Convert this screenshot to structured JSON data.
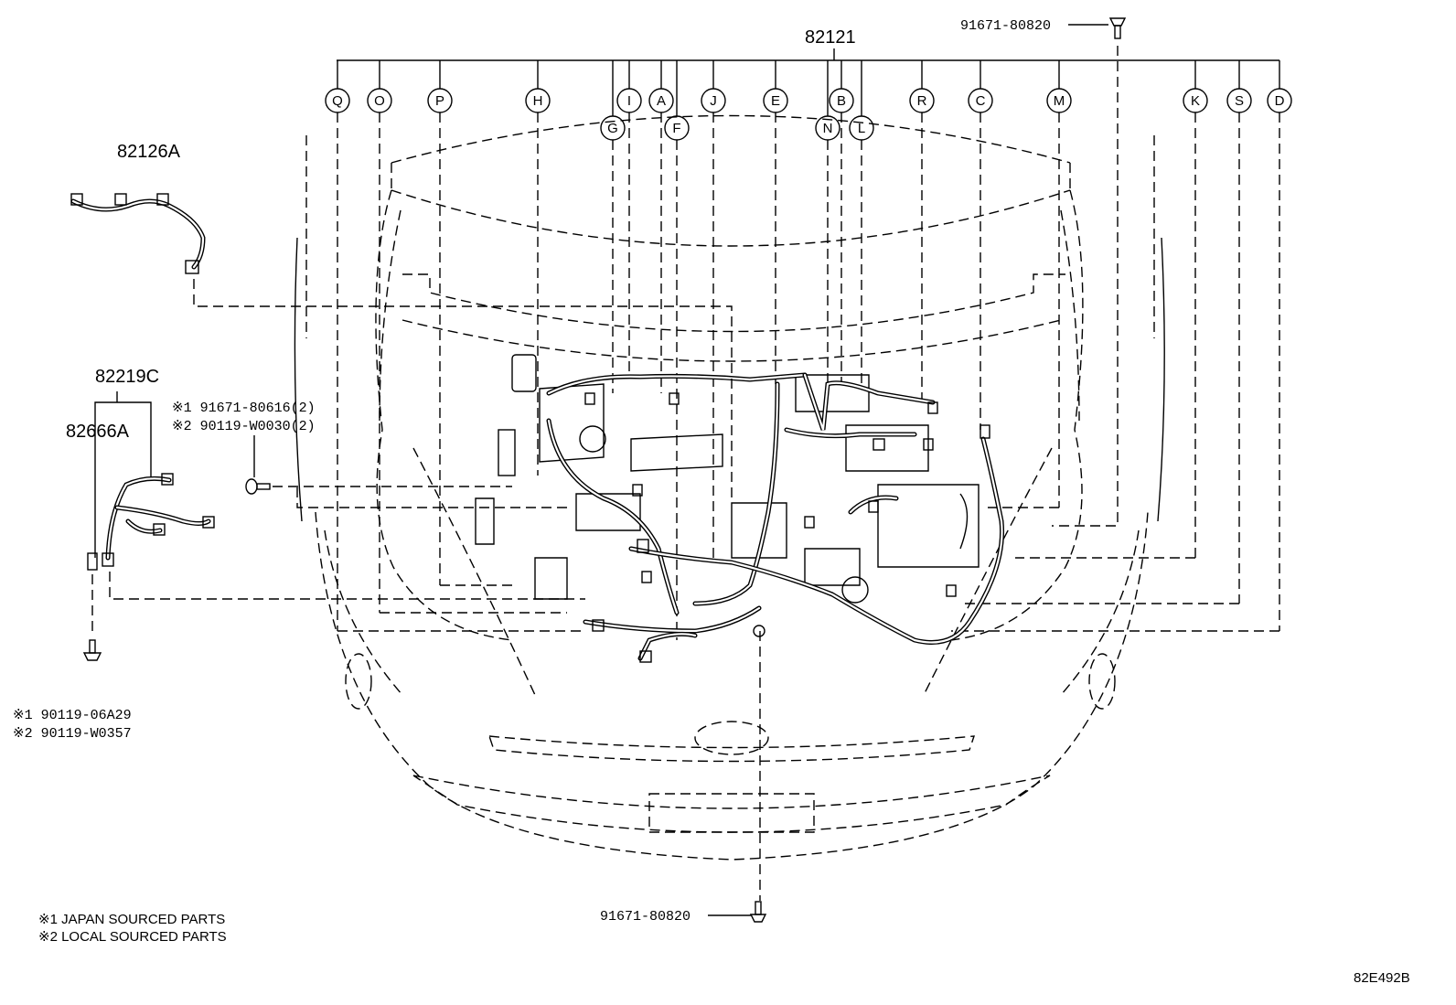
{
  "main_part": "82121",
  "callouts": [
    "Q",
    "O",
    "P",
    "H",
    "G",
    "I",
    "A",
    "F",
    "J",
    "E",
    "N",
    "B",
    "L",
    "R",
    "C",
    "M",
    "K",
    "S",
    "D"
  ],
  "parts": {
    "p82126A": "82126A",
    "p82219C": "82219C",
    "p82666A": "82666A",
    "bolt_top": "91671-80820",
    "bolt_bottom": "91671-80820",
    "clip_note1": "※1 91671-80616(2)",
    "clip_note2": "※2 90119-W0030(2)",
    "bolt_left1": "※1 90119-06A29",
    "bolt_left2": "※2 90119-W0357"
  },
  "legend": {
    "line1": "※1 JAPAN SOURCED PARTS",
    "line2": "※2 LOCAL SOURCED PARTS"
  },
  "diagram_code": "82E492B"
}
